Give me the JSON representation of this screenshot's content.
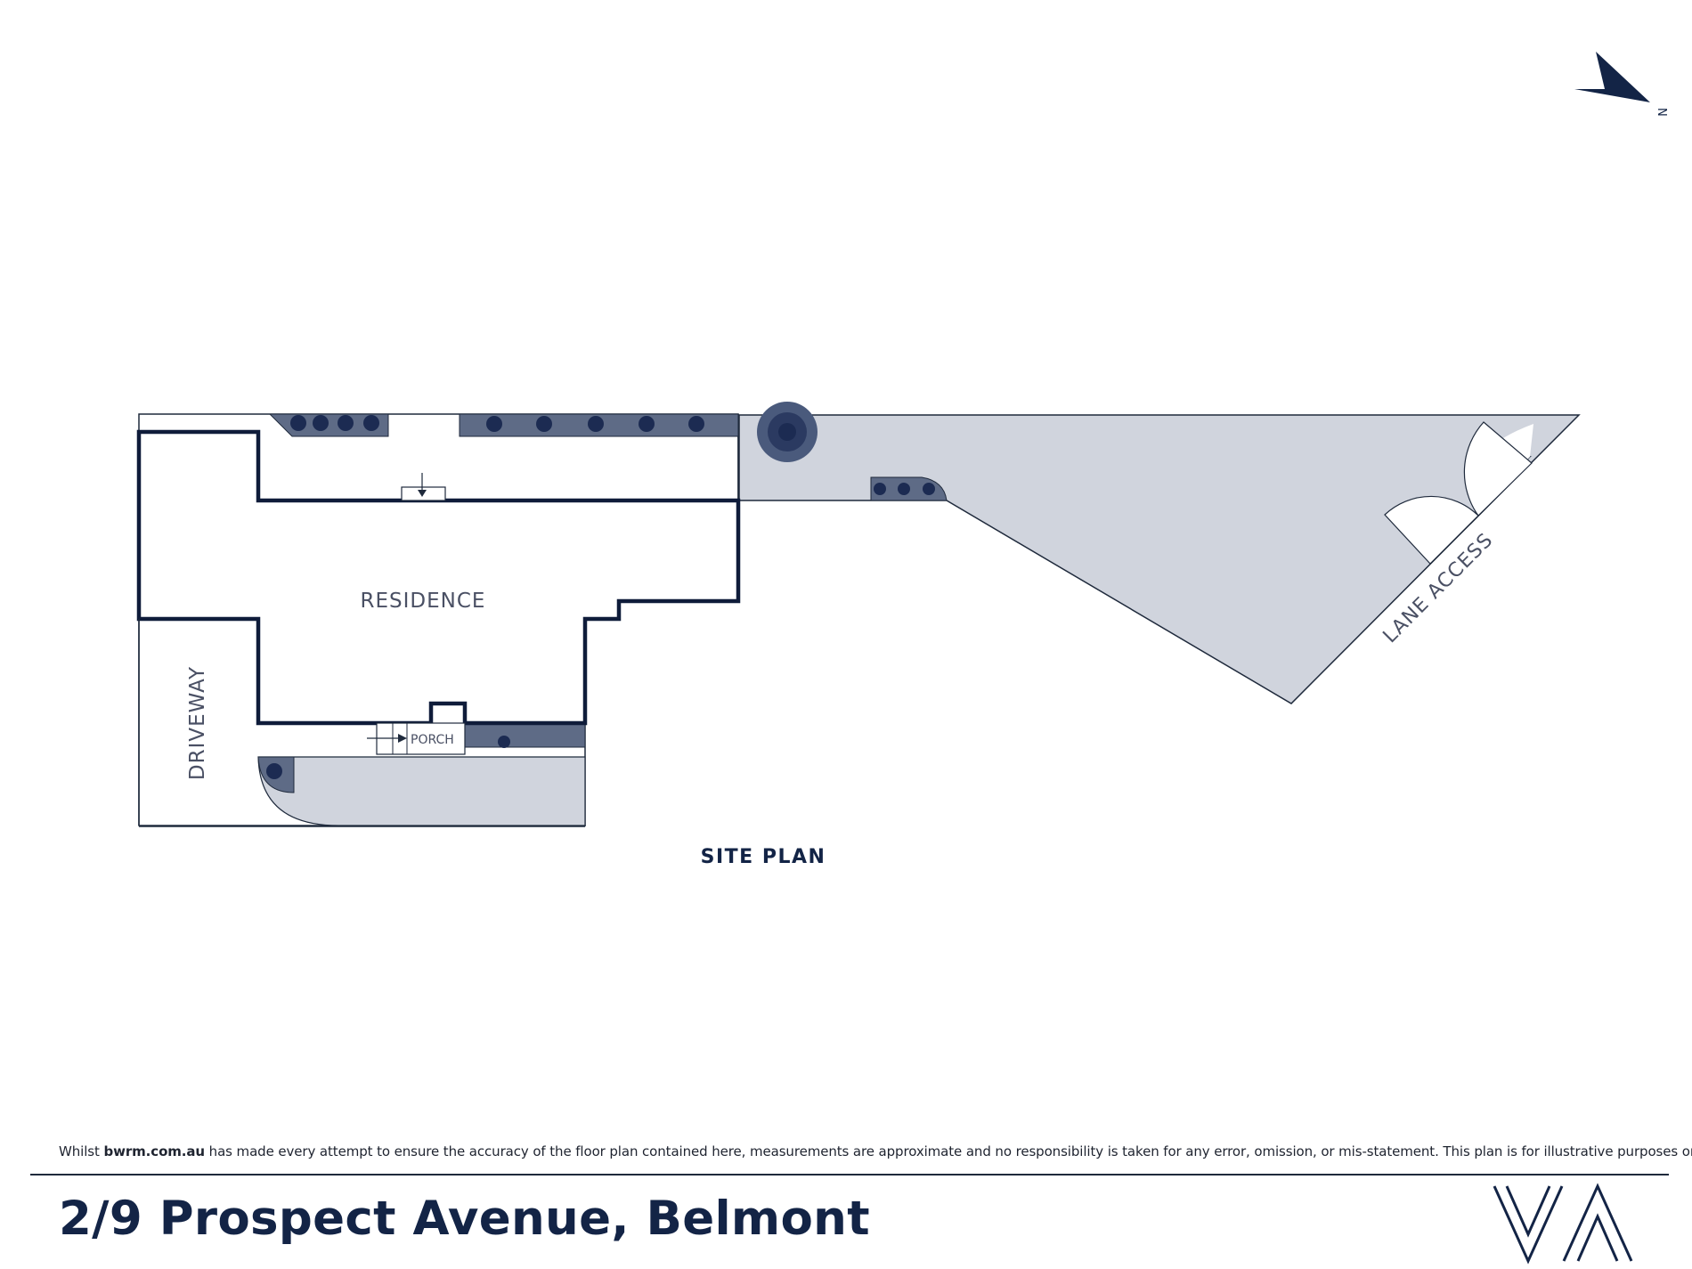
{
  "colors": {
    "navy": "#132446",
    "yard_fill": "#d0d4dd",
    "planter_fill": "#5e6b86",
    "wall": "#0f1c3a"
  },
  "compass": {
    "label": "N",
    "icon": "north-arrow-icon"
  },
  "plan": {
    "title": "SITE PLAN",
    "labels": {
      "residence": "RESIDENCE",
      "driveway": "DRIVEWAY",
      "porch": "PORCH",
      "lane_access": "LANE ACCESS"
    }
  },
  "footer": {
    "disclaimer_prefix": "Whilst",
    "disclaimer_site": "bwrm.com.au",
    "disclaimer_suffix": "has made every attempt to ensure the accuracy of the floor plan contained here, measurements are approximate and no responsibility is taken for any error, omission, or mis-statement. This plan is for illustrative purposes only.",
    "address": "2/9 Prospect Avenue, Belmont",
    "logo_icon": "va-logo-icon"
  }
}
